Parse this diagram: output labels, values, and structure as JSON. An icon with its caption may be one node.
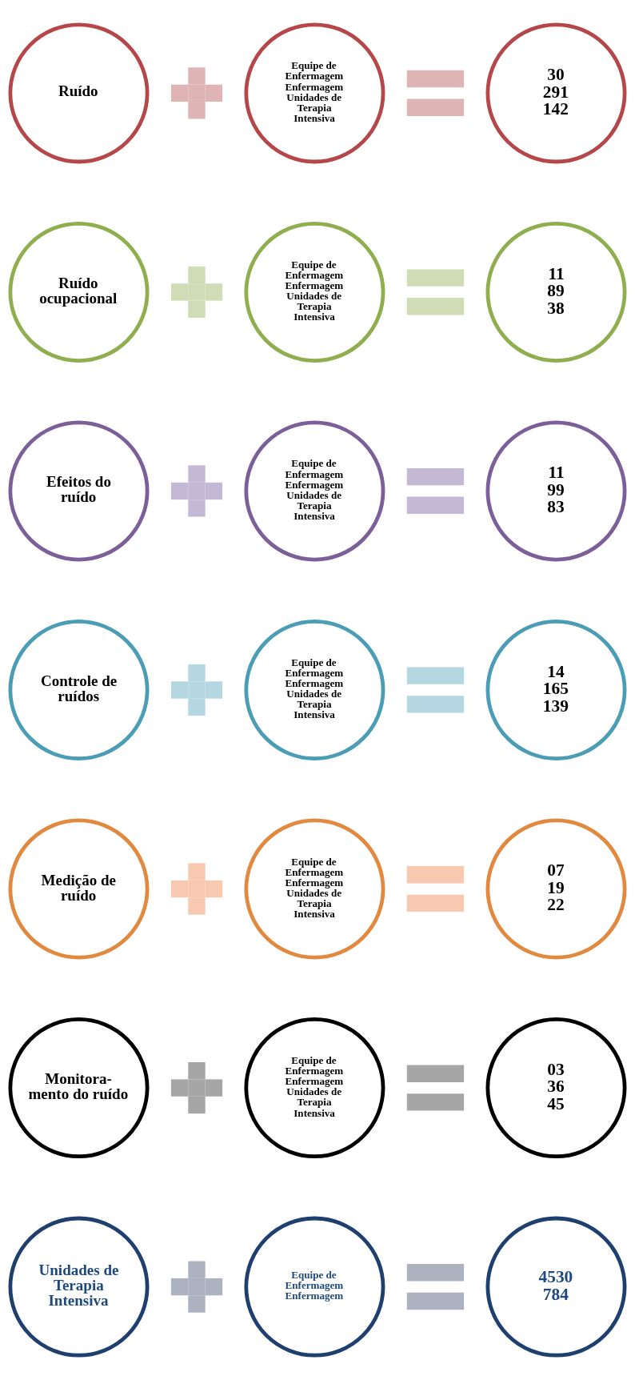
{
  "diagram": {
    "nodes": [
      {
        "text": [
          "Ruído"
        ]
      },
      {
        "text": [],
        "shape": "plus"
      },
      {
        "text": [
          "Equipe de Enfermagem",
          "Enfermagem",
          "Unidades de Terapia Intensiva"
        ]
      },
      {
        "text": [],
        "shape": "equals"
      },
      {
        "text": [
          "30",
          "291",
          "142"
        ]
      },
      {
        "text": [
          "Ruído ocupacional"
        ]
      },
      {
        "text": [],
        "shape": "plus"
      },
      {
        "text": [
          "Equipe de Enfermagem",
          "Enfermagem",
          "Unidades de Terapia Intensiva"
        ]
      },
      {
        "text": [],
        "shape": "equals"
      },
      {
        "text": [
          "11",
          "89",
          "38"
        ]
      },
      {
        "text": [
          "Efeitos do ruído"
        ]
      },
      {
        "text": [],
        "shape": "plus"
      },
      {
        "text": [
          "Equipe de Enfermagem",
          "Enfermagem",
          "Unidades de Terapia Intensiva"
        ]
      },
      {
        "text": [],
        "shape": "equals"
      },
      {
        "text": [
          "11",
          "99",
          "83"
        ]
      },
      {
        "text": [
          "Controle de ruídos"
        ]
      },
      {
        "text": [],
        "shape": "plus"
      },
      {
        "text": [
          "Equipe de Enfermagem",
          "Enfermagem",
          "Unidades de Terapia Intensiva"
        ]
      },
      {
        "text": [],
        "shape": "equals"
      },
      {
        "text": [
          "14",
          "165",
          "139"
        ]
      },
      {
        "text": [
          "Medição de ruído"
        ]
      },
      {
        "text": [],
        "shape": "plus"
      },
      {
        "text": [
          "Equipe de Enfermagem",
          "Enfermagem",
          "Unidades de Terapia Intensiva"
        ]
      },
      {
        "text": [],
        "shape": "equals"
      },
      {
        "text": [
          "07",
          "19",
          "22"
        ]
      },
      {
        "text": [
          "Monitora- mento do ruído"
        ]
      },
      {
        "text": [],
        "shape": "plus"
      },
      {
        "text": [
          "Equipe de Enfermagem",
          "Enfermagem",
          "Unidades de Terapia Intensiva"
        ]
      },
      {
        "text": [],
        "shape": "equals"
      },
      {
        "text": [
          "03",
          "36",
          "45"
        ]
      },
      {
        "text": [
          "Unidades de Terapia Intensiva"
        ]
      },
      {
        "text": [],
        "shape": "plus"
      },
      {
        "text": [
          "Equipe de Enfermagem",
          "Enfermagem"
        ]
      },
      {
        "text": [],
        "shape": "equals"
      },
      {
        "text": [
          "4530",
          "784"
        ]
      }
    ],
    "edges": []
  }
}
